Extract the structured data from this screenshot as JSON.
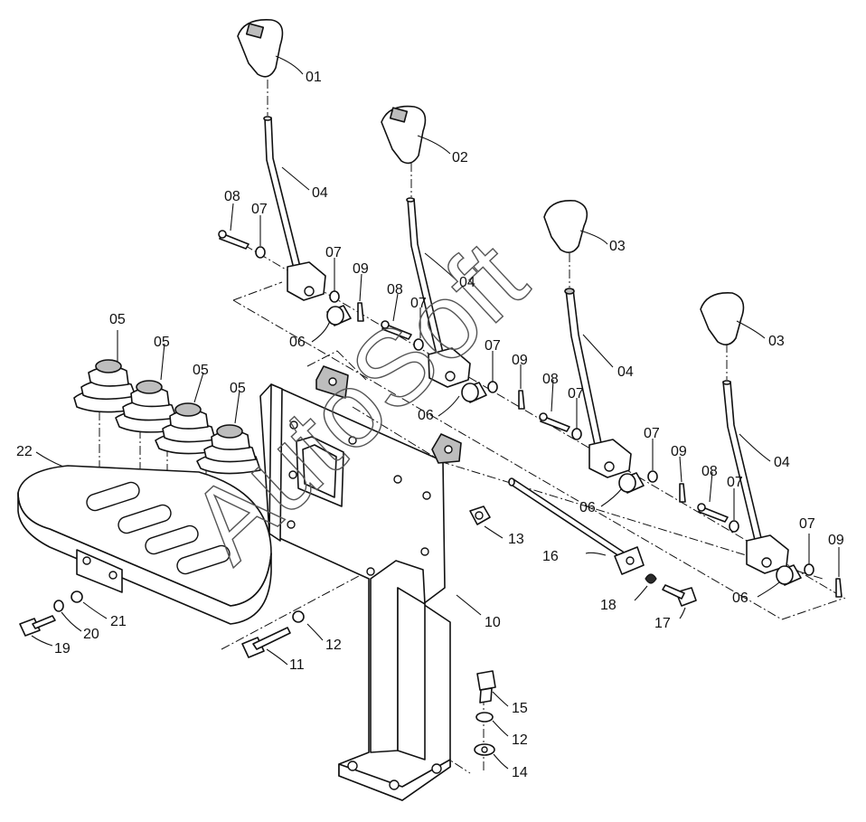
{
  "watermark": "AutoSoft",
  "callouts": [
    {
      "id": "c01a",
      "label": "01"
    },
    {
      "id": "c02a",
      "label": "02"
    },
    {
      "id": "c03a",
      "label": "03"
    },
    {
      "id": "c03b",
      "label": "03"
    },
    {
      "id": "c04a",
      "label": "04"
    },
    {
      "id": "c04b",
      "label": "04"
    },
    {
      "id": "c04c",
      "label": "04"
    },
    {
      "id": "c04d",
      "label": "04"
    },
    {
      "id": "c05a",
      "label": "05"
    },
    {
      "id": "c05b",
      "label": "05"
    },
    {
      "id": "c05c",
      "label": "05"
    },
    {
      "id": "c05d",
      "label": "05"
    },
    {
      "id": "c06a",
      "label": "06"
    },
    {
      "id": "c06b",
      "label": "06"
    },
    {
      "id": "c06c",
      "label": "06"
    },
    {
      "id": "c06d",
      "label": "06"
    },
    {
      "id": "c07a",
      "label": "07"
    },
    {
      "id": "c07b",
      "label": "07"
    },
    {
      "id": "c07c",
      "label": "07"
    },
    {
      "id": "c07d",
      "label": "07"
    },
    {
      "id": "c07e",
      "label": "07"
    },
    {
      "id": "c07f",
      "label": "07"
    },
    {
      "id": "c07g",
      "label": "07"
    },
    {
      "id": "c07h",
      "label": "07"
    },
    {
      "id": "c08a",
      "label": "08"
    },
    {
      "id": "c08b",
      "label": "08"
    },
    {
      "id": "c08c",
      "label": "08"
    },
    {
      "id": "c08d",
      "label": "08"
    },
    {
      "id": "c09a",
      "label": "09"
    },
    {
      "id": "c09b",
      "label": "09"
    },
    {
      "id": "c09c",
      "label": "09"
    },
    {
      "id": "c09d",
      "label": "09"
    },
    {
      "id": "c10a",
      "label": "10"
    },
    {
      "id": "c11a",
      "label": "11"
    },
    {
      "id": "c12a",
      "label": "12"
    },
    {
      "id": "c12b",
      "label": "12"
    },
    {
      "id": "c13a",
      "label": "13"
    },
    {
      "id": "c14a",
      "label": "14"
    },
    {
      "id": "c15a",
      "label": "15"
    },
    {
      "id": "c16a",
      "label": "16"
    },
    {
      "id": "c17a",
      "label": "17"
    },
    {
      "id": "c18a",
      "label": "18"
    },
    {
      "id": "c19a",
      "label": "19"
    },
    {
      "id": "c20a",
      "label": "20"
    },
    {
      "id": "c21a",
      "label": "21"
    },
    {
      "id": "c22a",
      "label": "22"
    }
  ]
}
